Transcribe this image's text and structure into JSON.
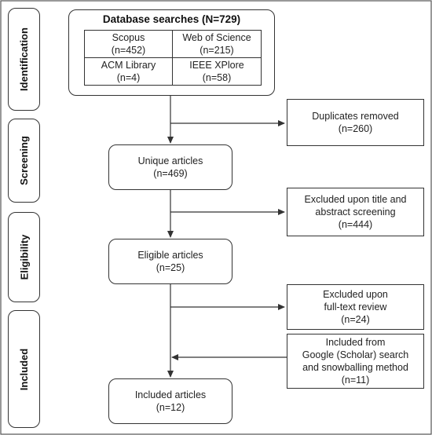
{
  "stages": {
    "identification": "Identification",
    "screening": "Screening",
    "eligibility": "Eligibility",
    "included": "Included"
  },
  "database": {
    "title": "Database searches (N=729)",
    "sources": [
      {
        "name": "Scopus",
        "count": "(n=452)"
      },
      {
        "name": "Web of Science",
        "count": "(n=215)"
      },
      {
        "name": "ACM Library",
        "count": "(n=4)"
      },
      {
        "name": "IEEE XPlore",
        "count": "(n=58)"
      }
    ]
  },
  "flow": {
    "unique": {
      "label": "Unique articles",
      "count": "(n=469)"
    },
    "eligible": {
      "label": "Eligible articles",
      "count": "(n=25)"
    },
    "included": {
      "label": "Included articles",
      "count": "(n=12)"
    }
  },
  "side": {
    "duplicates": {
      "line1": "Duplicates removed",
      "count": "(n=260)"
    },
    "excluded_title": {
      "line1": "Excluded upon title and",
      "line2": "abstract screening",
      "count": "(n=444)"
    },
    "excluded_fulltext": {
      "line1": "Excluded upon",
      "line2": "full-text review",
      "count": "(n=24)"
    },
    "included_from": {
      "line1": "Included from",
      "line2": "Google (Scholar) search",
      "line3": "and snowballing method",
      "count": "(n=11)"
    }
  }
}
